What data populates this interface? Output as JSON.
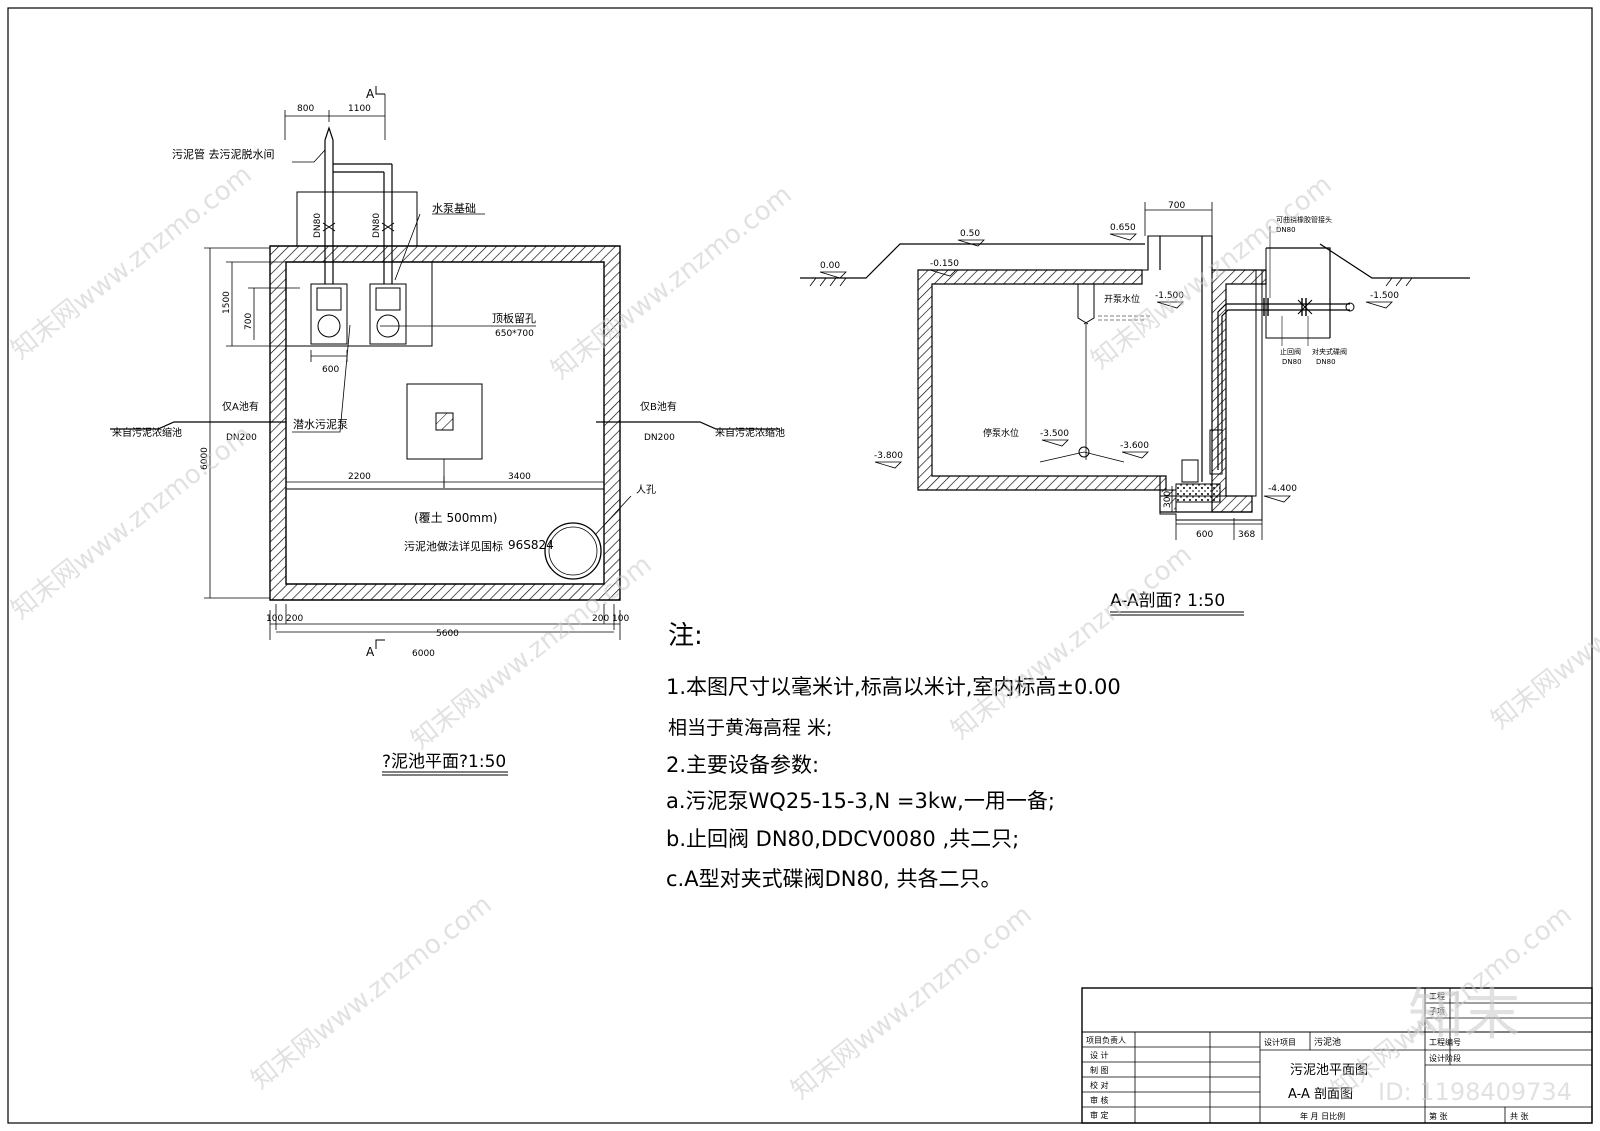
{
  "plan": {
    "title": "?泥池平面?1:50",
    "dims_top": [
      "800",
      "1100"
    ],
    "section_mark": "A",
    "section_mark_bottom": "A",
    "pipe_note": "污泥管 去污泥脱水间",
    "dn80_left": "DN80",
    "dn80_right": "DN80",
    "pump_base": "水泵基础",
    "dim_1500": "1500",
    "dim_700": "700",
    "dim_600": "600",
    "dim_6000_v": "6000",
    "roof_opening": "顶板留孔",
    "roof_opening_size": "650*700",
    "sub_pump": "潜水污泥泵",
    "inlet_left_top": "仅A池有",
    "inlet_left_dn": "DN200",
    "inlet_left_from": "来自污泥浓缩池",
    "inlet_right_top": "仅B池有",
    "inlet_right_dn": "DN200",
    "inlet_right_from": "来自污泥浓缩池",
    "dim_2200": "2200",
    "dim_3400": "3400",
    "manhole": "人孔",
    "cover_soil": "(覆土    500mm)",
    "method_note": "污泥池做法详见国标",
    "std_code": "96S824",
    "dims_bottom_left": "100 200",
    "dims_bottom_right": "200 100",
    "dim_5600": "5600",
    "dim_6000_h": "6000"
  },
  "section": {
    "title": "A-A剖面? 1:50",
    "top_dim_700": "700",
    "elev_050": "0.50",
    "elev_0650": "0.650",
    "elev_000": "0.00",
    "elev_m0150": "-0.150",
    "elev_m1500_in": "-1.500",
    "start_level": "开泵水位",
    "elev_m1500_out": "-1.500",
    "hose_joint": "可曲挠橡胶管接头",
    "hose_dn": "DN80",
    "check_valve": "止回阀",
    "check_dn": "DN80",
    "butterfly_valve": "对夹式碟阀",
    "butterfly_dn": "DN80",
    "stop_level": "停泵水位",
    "elev_m3500": "-3.500",
    "elev_m3600": "-3.600",
    "elev_m3800": "-3.800",
    "elev_m4400": "-4.400",
    "dim_300": "300",
    "dim_600": "600",
    "dim_368": "368"
  },
  "notes": {
    "header": "注:",
    "line1": "1.本图尺寸以毫米计,标高以米计,室内标高±0.00",
    "line2": "相当于黄海高程        米;",
    "line3": "2.主要设备参数:",
    "line4": "a.污泥泵WQ25-15-3,N  =3kw,一用一备;",
    "line5": "b.止回阀   DN80,DDCV0080 ,共二只;",
    "line6": "c.A型对夹式碟阀DN80,  共各二只。"
  },
  "title_block": {
    "project_lead": "项目负责人",
    "design": "设    计",
    "drawing": "制    图",
    "check": "校    对",
    "review": "审    核",
    "approve": "审    定",
    "design_item_label": "设计项目",
    "design_item": "污泥池",
    "drawing_name_1": "污泥池平面图",
    "drawing_name_2": "A-A 剖面图",
    "engineering": "工程",
    "sub_project": "子项",
    "work_no": "工程编号",
    "design_stage": "设计阶段",
    "date_scale": "年  月  日比例",
    "sheet_no": "第    张",
    "total": "共    张"
  },
  "watermark": {
    "text": "知末网www.znzmo.com",
    "logo": "知末",
    "id": "ID: 1198409734"
  },
  "colors": {
    "line": "#000000",
    "watermark": "#c9c9c9"
  }
}
